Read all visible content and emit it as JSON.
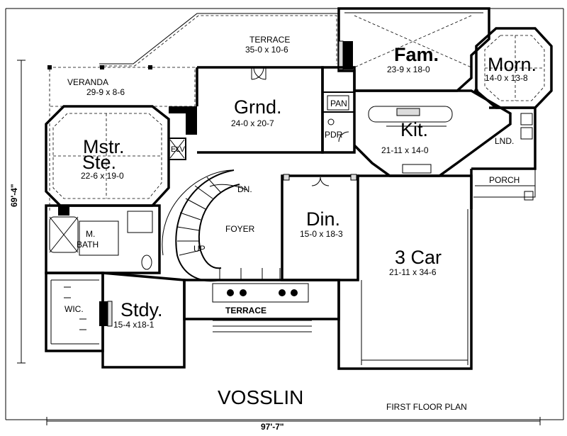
{
  "plan": {
    "name": "VOSSLIN",
    "subtitle": "FIRST FLOOR PLAN",
    "width_dim": "97'-7\"",
    "depth_dim": "69'-4\""
  },
  "rooms": {
    "terrace_top": {
      "name": "TERRACE",
      "size": "35-0 x 10-6"
    },
    "veranda": {
      "name": "VERANDA",
      "size": "29-9 x 8-6"
    },
    "fam": {
      "name": "Fam.",
      "size": "23-9 x 18-0"
    },
    "morn": {
      "name": "Morn.",
      "size": "14-0 x 13-8"
    },
    "grnd": {
      "name": "Grnd.",
      "size": "24-0 x 20-7"
    },
    "pan": {
      "name": "PAN"
    },
    "pdr": {
      "name": "PDR"
    },
    "kit": {
      "name": "Kit.",
      "size": "21-11 x 14-0"
    },
    "lnd": {
      "name": "LND."
    },
    "porch": {
      "name": "PORCH"
    },
    "mstr_line1": {
      "name": "Mstr."
    },
    "mstr_line2": {
      "name": "Ste.",
      "size": "22-6 x 19-0"
    },
    "elv": {
      "name": "ELV"
    },
    "dn": {
      "name": "DN."
    },
    "foyer": {
      "name": "FOYER"
    },
    "up": {
      "name": "UP"
    },
    "din": {
      "name": "Din.",
      "size": "15-0 x 18-3"
    },
    "mbath_1": {
      "name": "M."
    },
    "mbath_2": {
      "name": "BATH"
    },
    "car": {
      "name": "3 Car",
      "size": "21-11 x 34-6"
    },
    "wic": {
      "name": "WIC."
    },
    "stdy": {
      "name": "Stdy.",
      "size": "15-4 x18-1"
    },
    "terrace_front": {
      "name": "TERRACE"
    }
  }
}
